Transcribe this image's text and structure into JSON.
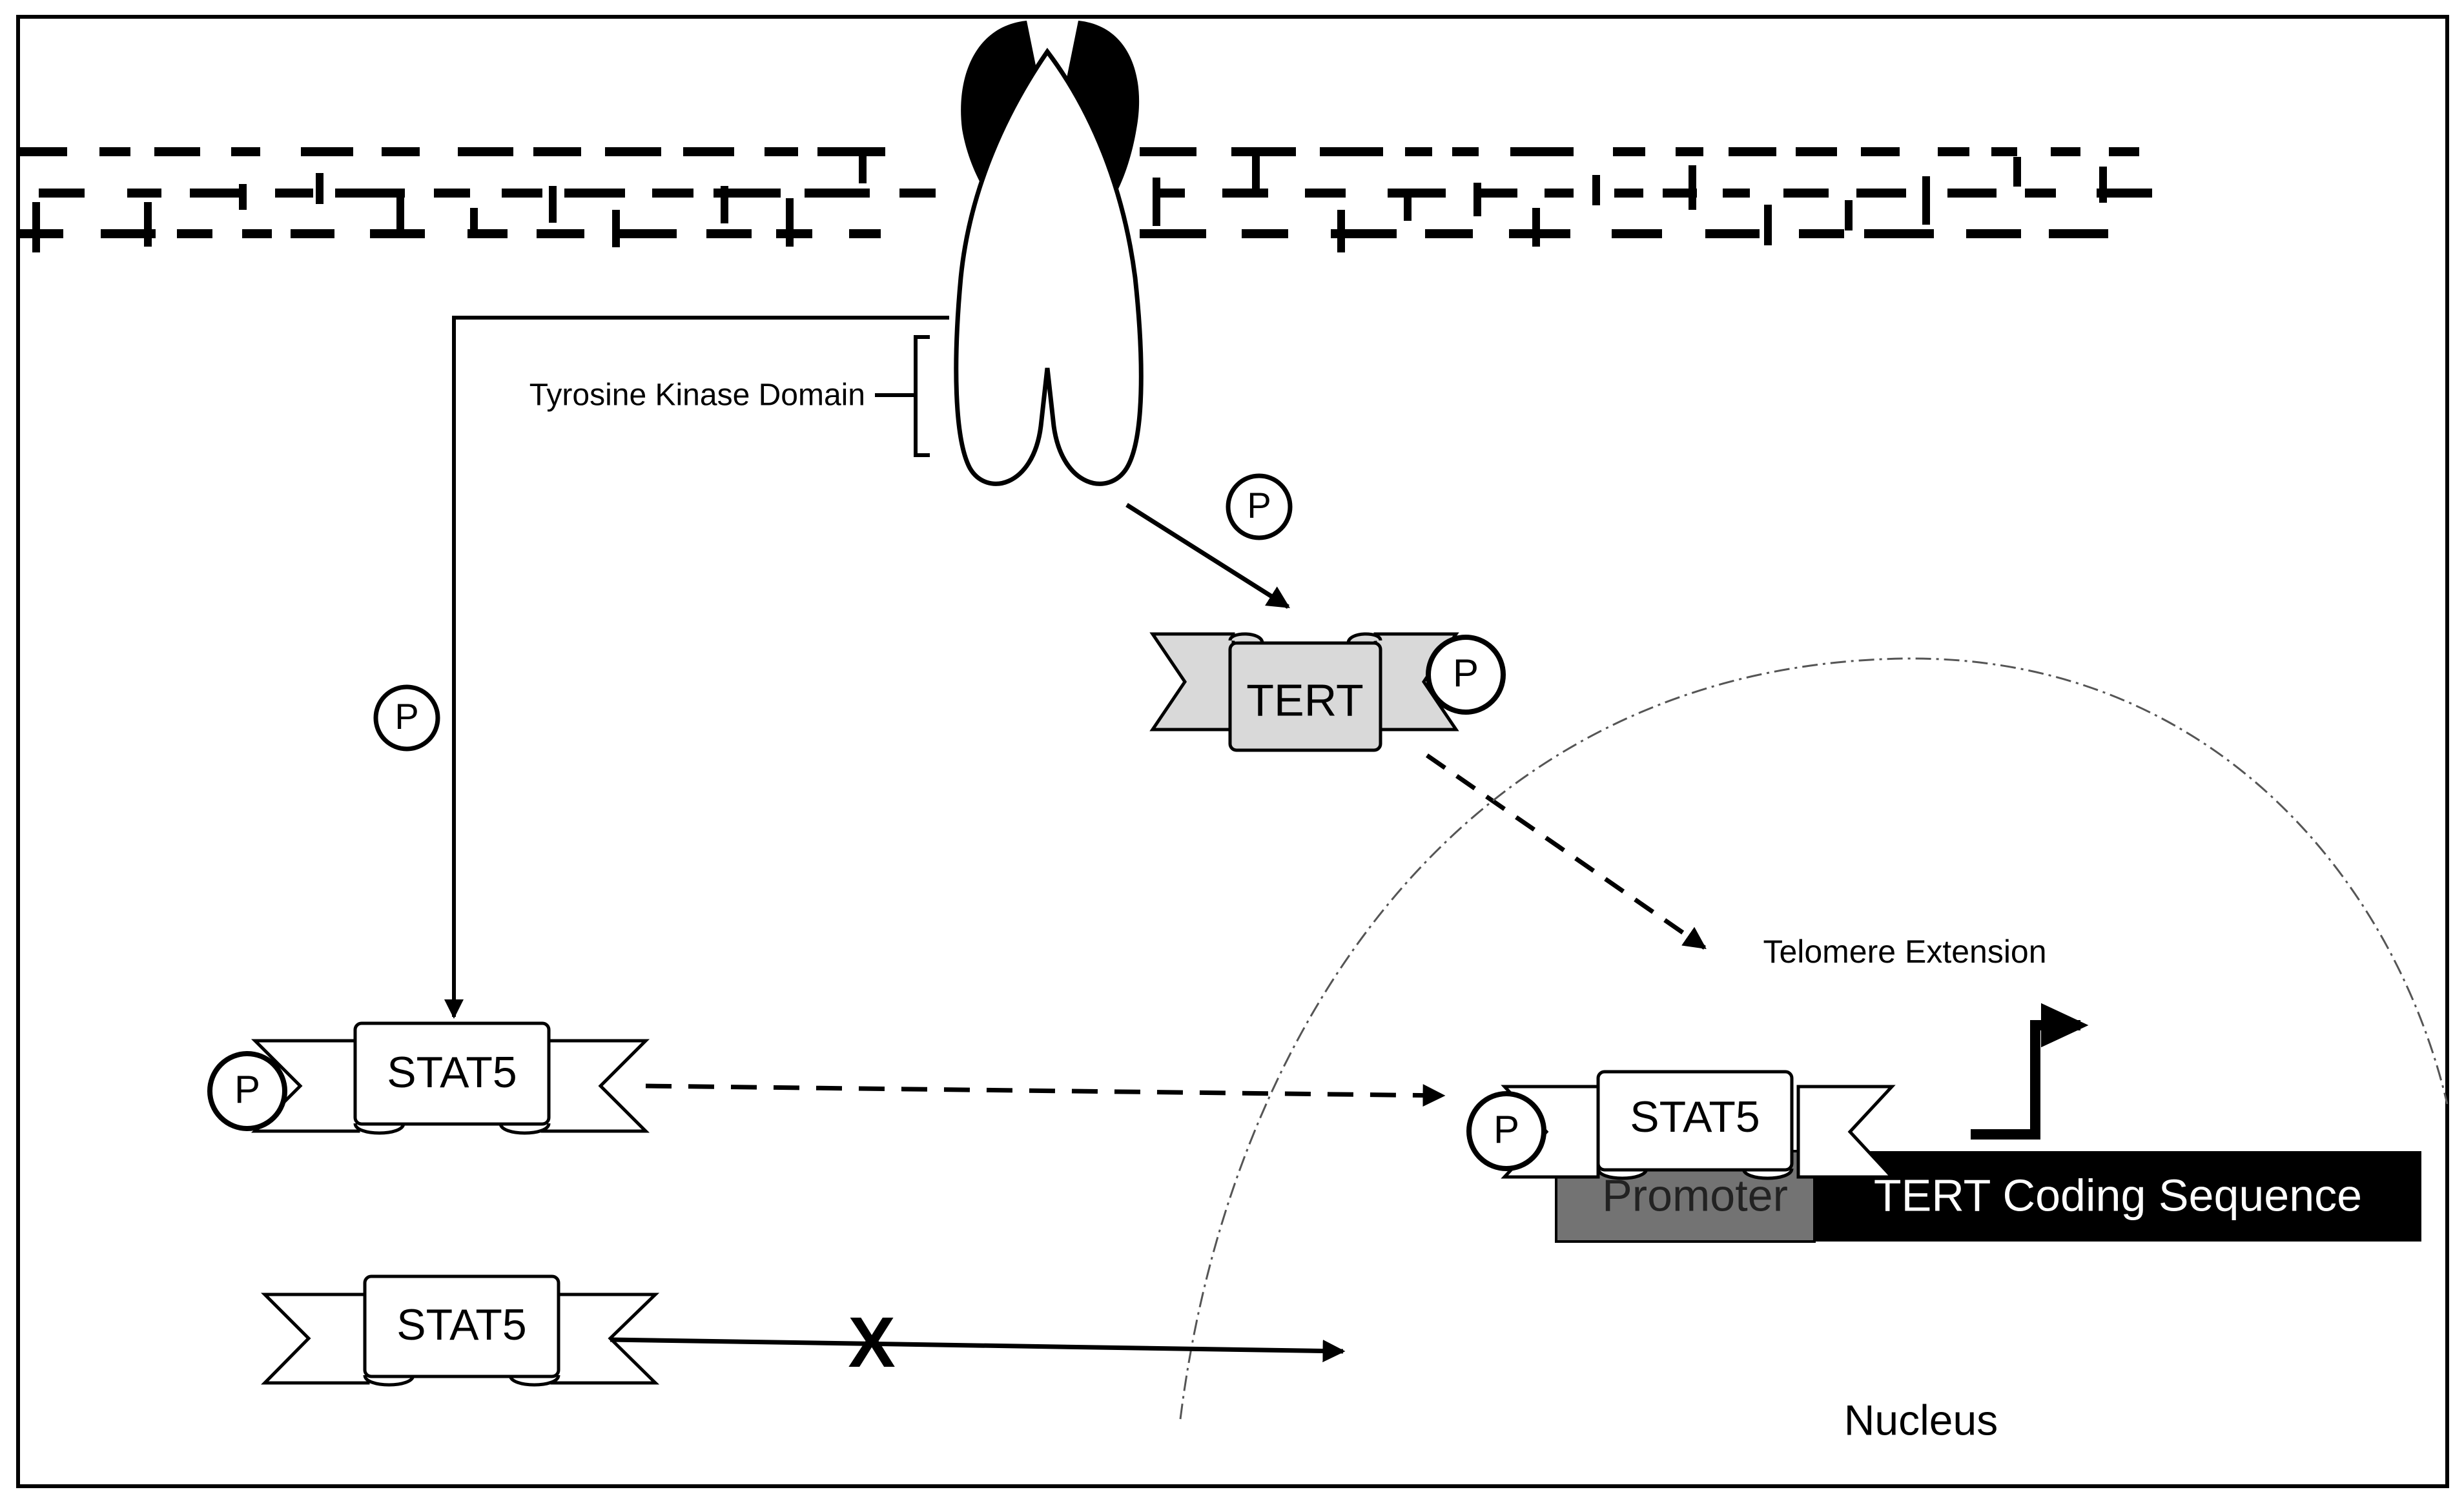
{
  "labels": {
    "tyrosine_kinase_domain": "Tyrosine Kinase Domain",
    "telomere_extension": "Telomere Extension",
    "nucleus": "Nucleus",
    "promoter": "Promoter",
    "tert_coding_sequence": "TERT Coding Sequence"
  },
  "proteins": {
    "tert": "TERT",
    "stat5_phosphorylated": "STAT5",
    "stat5_nuclear": "STAT5",
    "stat5_unphosphorylated": "STAT5"
  },
  "phospho_markers": {
    "to_tert": "P",
    "on_tert": "P",
    "to_stat5": "P",
    "on_stat5": "P",
    "on_nuclear_stat5": "P"
  },
  "blocked_mark": "X",
  "colors": {
    "membrane": "#000000",
    "tert_fill": "#d9d9d9",
    "promoter_fill": "#737373",
    "coding_fill": "#000000",
    "banner_fill": "#ffffff"
  }
}
